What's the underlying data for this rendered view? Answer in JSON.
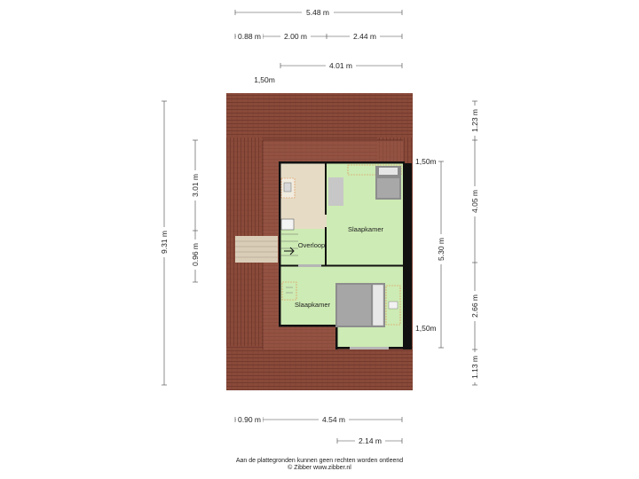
{
  "dimensions": {
    "top_total": "5.48 m",
    "top_left": "0.88 m",
    "top_mid": "2.00 m",
    "top_right": "2.44 m",
    "top_inner": "4.01 m",
    "roof_height_left": "1,50m",
    "left_total": "9.31 m",
    "left_upper": "3.01 m",
    "left_lower": "0.96 m",
    "right_top": "1.23 m",
    "right_upper": "4.05 m",
    "right_lower": "2.66 m",
    "right_bottom": "1.13 m",
    "inner_height": "5.30 m",
    "roof_height_right_top": "1,50m",
    "roof_height_right_bottom": "1,50m",
    "bottom_left": "0.90 m",
    "bottom_total": "4.54 m",
    "bottom_inner": "2.14 m"
  },
  "rooms": {
    "overloop": "Overloop",
    "bedroom_top": "Slaapkamer",
    "bedroom_bottom": "Slaapkamer"
  },
  "footer": {
    "disclaimer": "Aan de plattegronden kunnen geen rechten worden ontleend",
    "copyright": "© Zibber www.zibber.nl"
  },
  "colors": {
    "roof": "#8a4a3a",
    "room_green": "#cdebb4",
    "landing": "#e6dcc6",
    "wall": "#111111"
  }
}
